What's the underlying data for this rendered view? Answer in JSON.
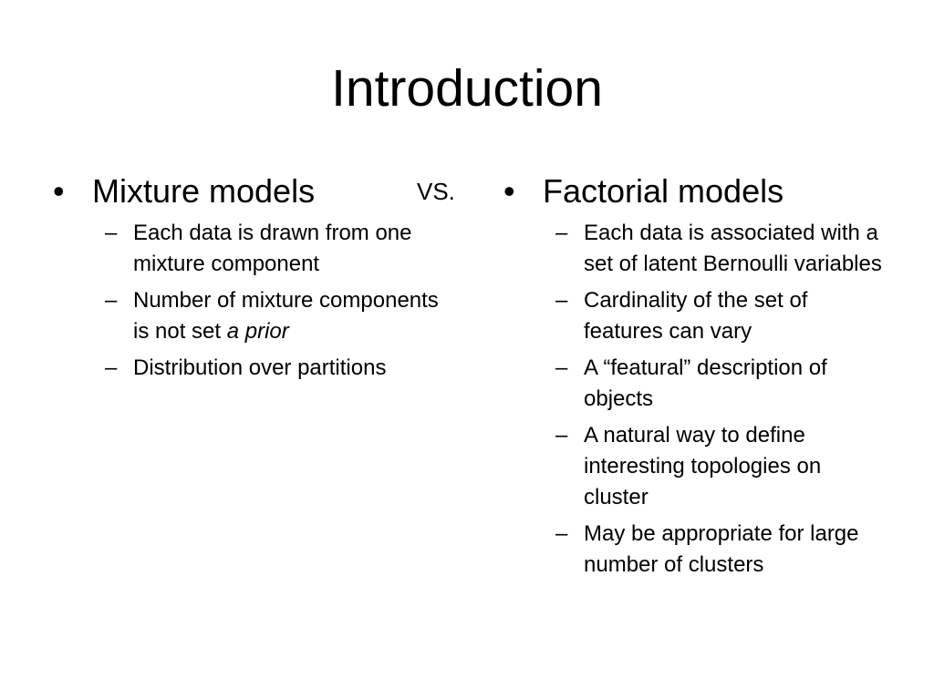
{
  "slide": {
    "title": "Introduction",
    "vs_label": "VS.",
    "left": {
      "bullet_marker": "•",
      "heading": "Mixture models",
      "items": [
        {
          "text": "Each data is drawn from one mixture component"
        },
        {
          "text": "Number of mixture components is not set ",
          "italic": "a prior"
        },
        {
          "text": "Distribution over partitions"
        }
      ]
    },
    "right": {
      "bullet_marker": "•",
      "heading": "Factorial models",
      "items": [
        {
          "text": "Each data is associated with a set of latent Bernoulli variables"
        },
        {
          "text": "Cardinality of the set of features can vary"
        },
        {
          "text": "A “featural” description of objects"
        },
        {
          "text": "A natural way to define interesting topologies on cluster"
        },
        {
          "text": "May be appropriate for large number of clusters"
        }
      ]
    },
    "sub_marker": "–"
  }
}
